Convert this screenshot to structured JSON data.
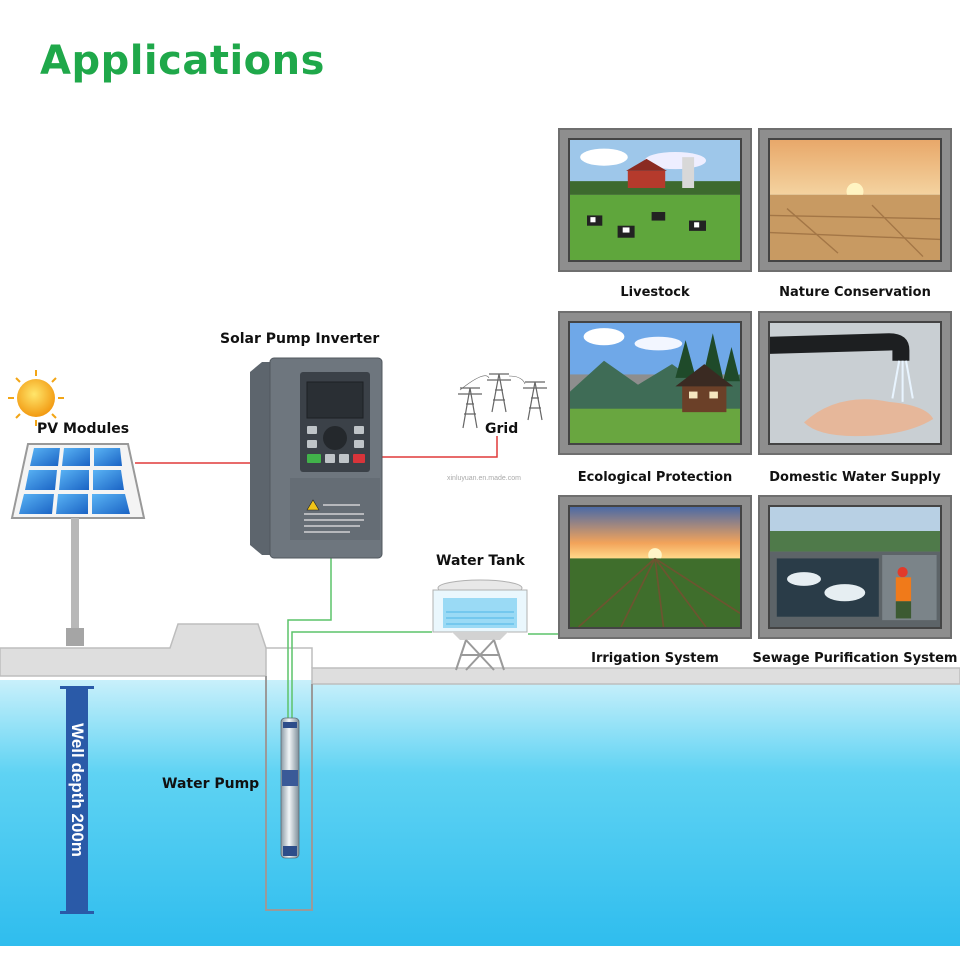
{
  "title": "Applications",
  "labels": {
    "inverter": "Solar Pump Inverter",
    "pv": "PV Modules",
    "grid": "Grid",
    "tank": "Water Tank",
    "pump": "Water Pump",
    "depth": "Well depth 200m"
  },
  "watermark": "xinluyuan.en.made.com",
  "applications": [
    {
      "label": "Livestock",
      "icon": "livestock-photo"
    },
    {
      "label": "Nature Conservation",
      "icon": "desert-sunset-photo"
    },
    {
      "label": "Ecological Protection",
      "icon": "mountain-cabin-photo"
    },
    {
      "label": "Domestic Water Supply",
      "icon": "faucet-hand-photo"
    },
    {
      "label": "Irrigation System",
      "icon": "farmland-sunset-photo"
    },
    {
      "label": "Sewage Purification System",
      "icon": "treatment-pool-photo"
    }
  ],
  "colors": {
    "title": "#1fa84a",
    "water": "#33c3ef",
    "ground": "#d8d8d8",
    "red_wire": "#e03a3a",
    "green_wire": "#5cc36a",
    "depth_bar": "#2a5aa8"
  }
}
